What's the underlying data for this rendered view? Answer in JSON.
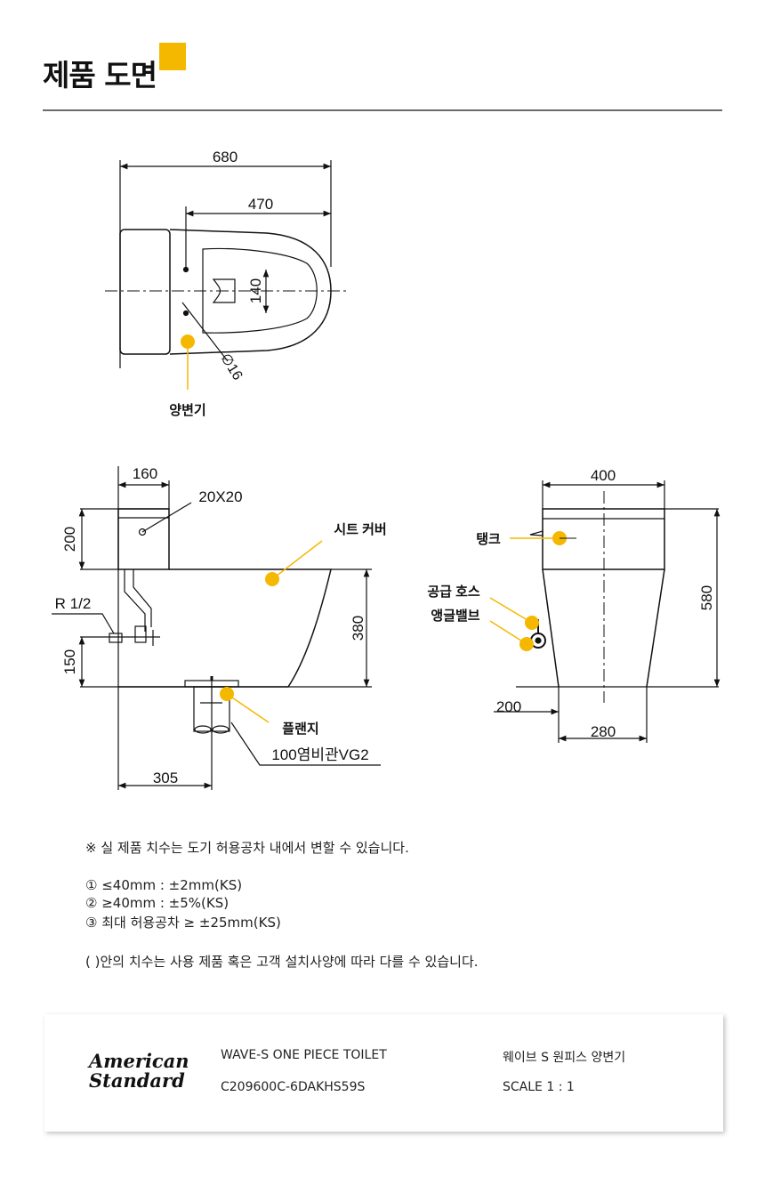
{
  "page": {
    "title": "제품 도면",
    "accent_color": "#f5b800"
  },
  "drawing": {
    "top_view": {
      "dims": [
        "680",
        "470",
        "140",
        "∅16"
      ],
      "callouts": [
        "양변기"
      ]
    },
    "side_view": {
      "dims": [
        "160",
        "20X20",
        "200",
        "R 1/2",
        "150",
        "380",
        "305"
      ],
      "callouts": [
        "시트 커버",
        "플랜지",
        "100염비관VG2"
      ]
    },
    "front_view": {
      "dims": [
        "400",
        "580",
        "200",
        "280"
      ],
      "callouts": [
        "탱크",
        "공급 호스",
        "앵글밸브"
      ]
    }
  },
  "notes": {
    "main": "※ 실 제품 치수는 도기 허용공차 내에서 변할 수 있습니다.",
    "tolerances": [
      "①  ≤40mm : ±2mm(KS)",
      "②  ≥40mm : ±5%(KS)",
      "③ 최대 허용공차 ≥ ±25mm(KS)"
    ],
    "paren": "( )안의 치수는 사용 제품 혹은 고객 설치사양에 따라 다를 수 있습니다."
  },
  "footer": {
    "brand_line1": "American",
    "brand_line2": "Standard",
    "product_name_en": "WAVE-S ONE PIECE TOILET",
    "product_code": "C209600C-6DAKHS59S",
    "product_name_ko": "웨이브 S  원피스 양변기",
    "scale": "SCALE 1 : 1"
  }
}
